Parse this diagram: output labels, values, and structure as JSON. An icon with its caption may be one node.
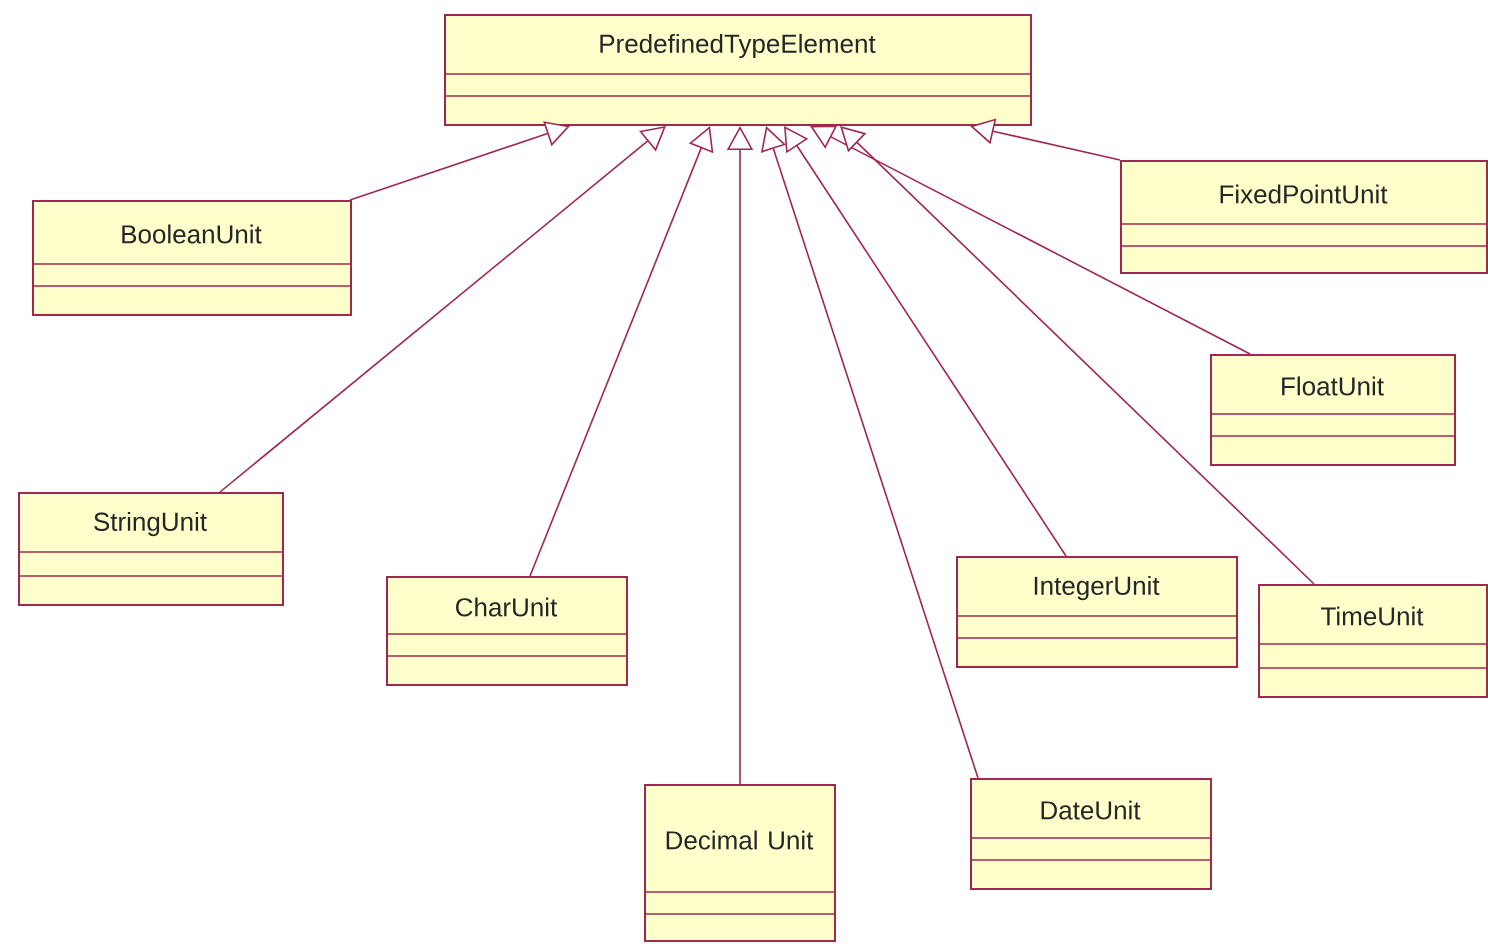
{
  "diagram": {
    "nodes": [
      {
        "text": [
          "PredefinedTypeElement"
        ]
      },
      {
        "text": [
          "FixedPointUnit"
        ]
      },
      {
        "text": [
          "BooleanUnit"
        ]
      },
      {
        "text": [
          "FloatUnit"
        ]
      },
      {
        "text": [
          "StringUnit"
        ]
      },
      {
        "text": [
          "IntegerUnit"
        ]
      },
      {
        "text": [
          "CharUnit"
        ]
      },
      {
        "text": [
          "TimeUnit"
        ]
      },
      {
        "text": [
          "DateUnit"
        ]
      },
      {
        "text": [
          "Decimal Unit"
        ]
      }
    ],
    "edges": [
      {
        "from": 2,
        "to": 0,
        "arrow": "to"
      },
      {
        "from": 4,
        "to": 0,
        "arrow": "to"
      },
      {
        "from": 6,
        "to": 0,
        "arrow": "to"
      },
      {
        "from": 9,
        "to": 0,
        "arrow": "to"
      },
      {
        "from": 8,
        "to": 0,
        "arrow": "to"
      },
      {
        "from": 5,
        "to": 0,
        "arrow": "to"
      },
      {
        "from": 3,
        "to": 0,
        "arrow": "to"
      },
      {
        "from": 7,
        "to": 0,
        "arrow": "to"
      },
      {
        "from": 1,
        "to": 0,
        "arrow": "to"
      }
    ]
  }
}
